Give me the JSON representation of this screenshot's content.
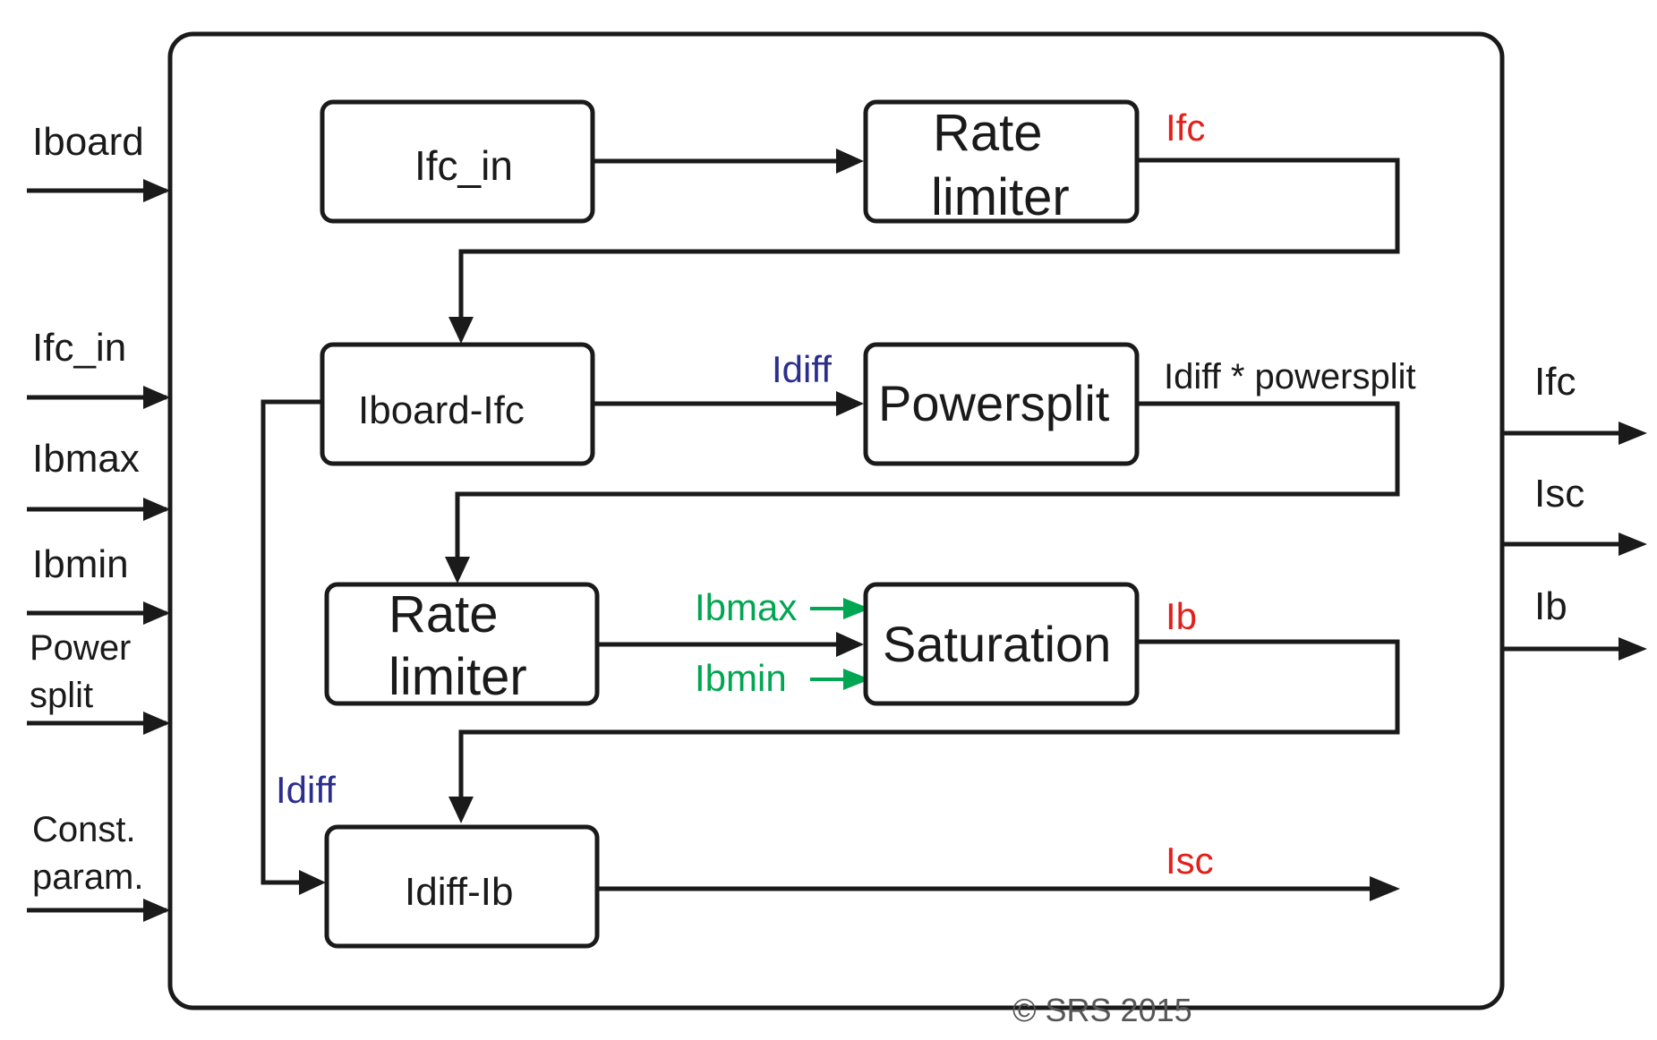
{
  "diagram": {
    "colors": {
      "line": "#1a1a1a",
      "output_signal": "#e0201b",
      "difference_signal": "#2b2e8c",
      "limit_signal": "#00a651"
    },
    "inputs": {
      "iboard": "Iboard",
      "ifc_in": "Ifc_in",
      "ibmax": "Ibmax",
      "ibmin": "Ibmin",
      "powersplit_line1": "Power",
      "powersplit_line2": "split",
      "const_line1": "Const.",
      "const_line2": "param."
    },
    "outputs": {
      "ifc": "Ifc",
      "isc": "Isc",
      "ib": "Ib"
    },
    "blocks": {
      "ifc_in": "Ifc_in",
      "rate_limiter_1_line1": "Rate",
      "rate_limiter_1_line2": "limiter",
      "iboard_minus_ifc": "Iboard-Ifc",
      "powersplit": "Powersplit",
      "rate_limiter_2_line1": "Rate",
      "rate_limiter_2_line2": "limiter",
      "saturation": "Saturation",
      "idiff_minus_ib": "Idiff-Ib"
    },
    "signals": {
      "ifc": "Ifc",
      "idiff_to_powersplit": "Idiff",
      "idiff_times_powersplit": "Idiff * powersplit",
      "ibmax_limit": "Ibmax",
      "ibmin_limit": "Ibmin",
      "ib": "Ib",
      "idiff_bypass": "Idiff",
      "isc": "Isc"
    },
    "copyright": "© SRS 2015"
  }
}
